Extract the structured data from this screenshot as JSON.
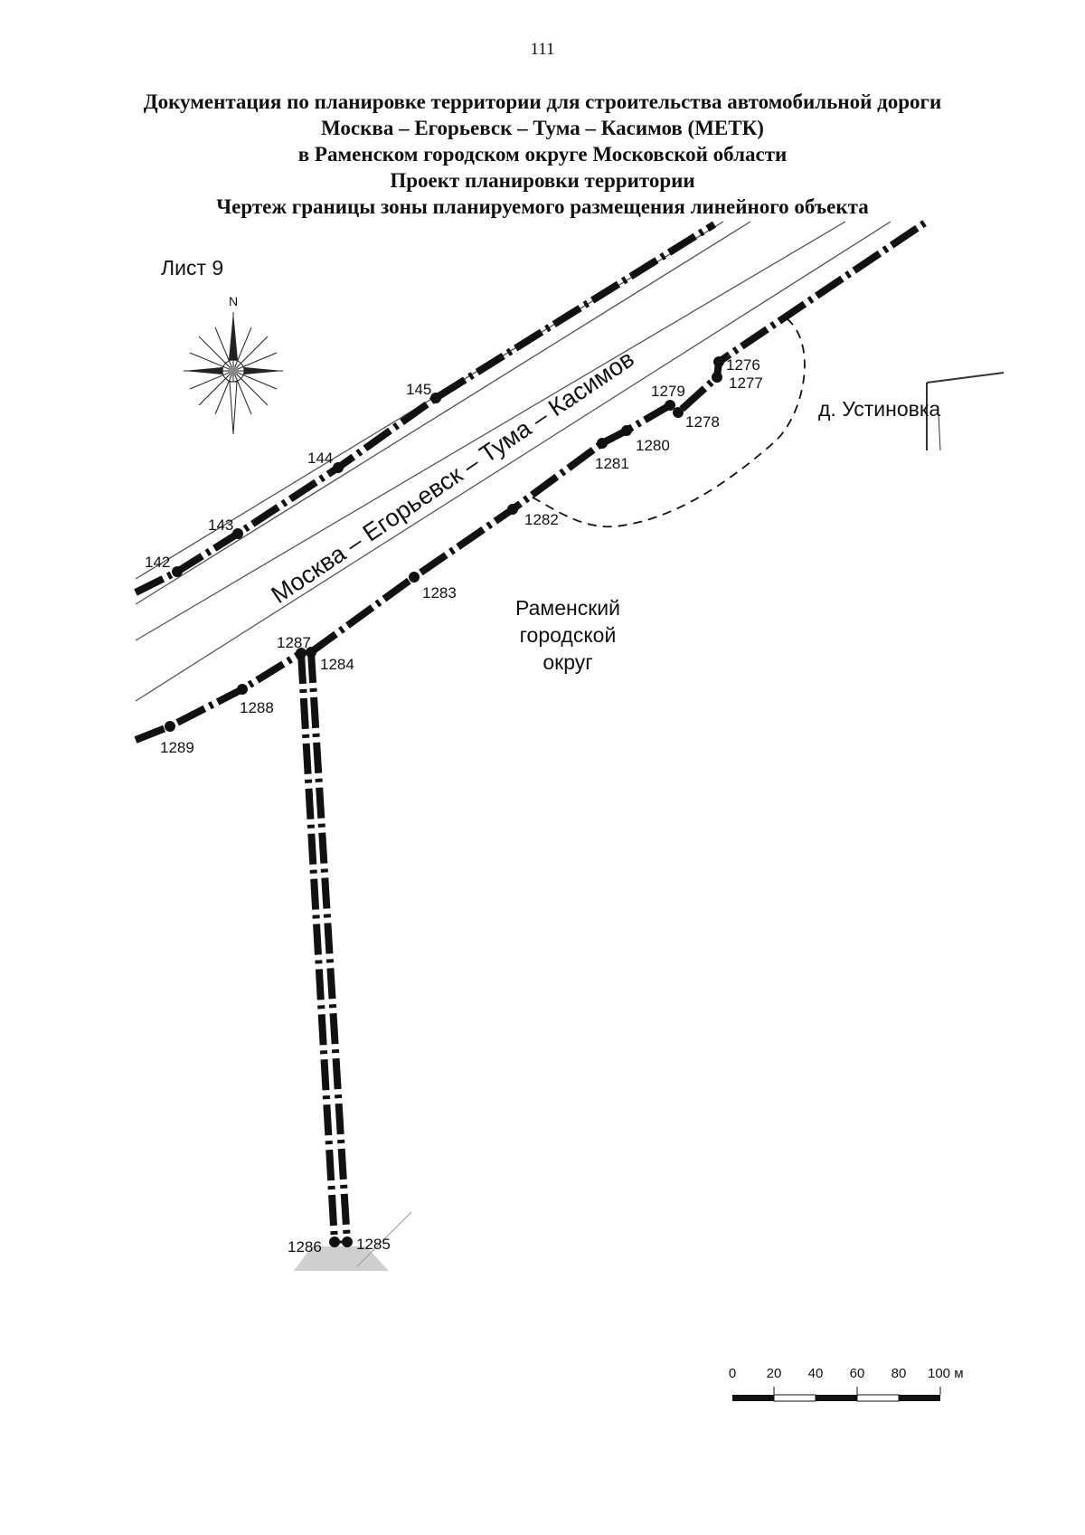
{
  "page_number": "111",
  "title_lines": [
    "Документация по планировке территории для строительства автомобильной дороги",
    "Москва – Егорьевск – Тума – Касимов (МЕТК)",
    "в Раменском городском округе Московской области",
    "Проект планировки территории",
    "Чертеж границы зоны планируемого размещения линейного объекта"
  ],
  "sheet_label": "Лист 9",
  "compass": {
    "north_label": "N",
    "icon": "compass-rose-icon"
  },
  "road_label": "Москва – Егорьевск – Тума – Касимов",
  "village_label": "д. Устиновка",
  "district_label_lines": [
    "Раменский",
    "городской",
    "округ"
  ],
  "points": {
    "p142": "142",
    "p143": "143",
    "p144": "144",
    "p145": "145",
    "p1276": "1276",
    "p1277": "1277",
    "p1278": "1278",
    "p1279": "1279",
    "p1280": "1280",
    "p1281": "1281",
    "p1282": "1282",
    "p1283": "1283",
    "p1284": "1284",
    "p1285": "1285",
    "p1286": "1286",
    "p1287": "1287",
    "p1288": "1288",
    "p1289": "1289"
  },
  "scale_bar": {
    "ticks": [
      "0",
      "20",
      "40",
      "60",
      "80",
      "100 м"
    ]
  },
  "colors": {
    "boundary": "#111111",
    "road": "#555555",
    "shade": "#c8c8c8"
  }
}
